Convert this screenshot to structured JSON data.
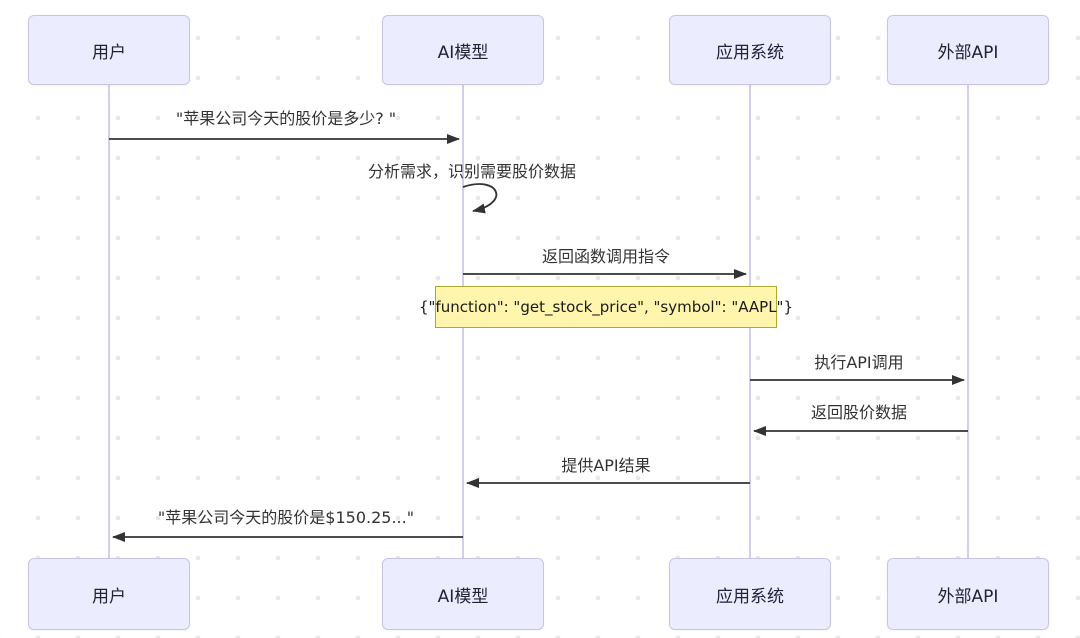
{
  "diagram": {
    "type": "sequence-diagram",
    "actors": [
      {
        "id": "user",
        "label": "用户"
      },
      {
        "id": "ai-model",
        "label": "AI模型"
      },
      {
        "id": "app-system",
        "label": "应用系统"
      },
      {
        "id": "external-api",
        "label": "外部API"
      }
    ],
    "messages": [
      {
        "from": "用户",
        "to": "AI模型",
        "text": "\"苹果公司今天的股价是多少? \"",
        "line": "solid",
        "direction": "right"
      },
      {
        "from": "AI模型",
        "to": "AI模型",
        "text": "分析需求，识别需要股价数据",
        "line": "self-loop",
        "direction": "self"
      },
      {
        "from": "AI模型",
        "to": "应用系统",
        "text": "返回函数调用指令",
        "line": "solid",
        "direction": "right"
      },
      {
        "from": "应用系统",
        "to": "外部API",
        "text": "执行API调用",
        "line": "solid",
        "direction": "right"
      },
      {
        "from": "外部API",
        "to": "应用系统",
        "text": "返回股价数据",
        "line": "solid",
        "direction": "left"
      },
      {
        "from": "应用系统",
        "to": "AI模型",
        "text": "提供API结果",
        "line": "solid",
        "direction": "left"
      },
      {
        "from": "AI模型",
        "to": "用户",
        "text": "\"苹果公司今天的股价是$150.25...\"",
        "line": "solid",
        "direction": "left"
      }
    ],
    "note": {
      "over": "AI模型,应用系统",
      "text": "{\"function\": \"get_stock_price\", \"symbol\": \"AAPL\"}"
    },
    "colors": {
      "actor_fill": "#ececff",
      "actor_border": "#c9c4e4",
      "lifeline": "#d6ccee",
      "arrow": "#333333",
      "text": "#333333",
      "note_fill": "#fff5ad",
      "note_border": "#aaaa33",
      "background": "#ffffff",
      "background_dot": "#e7e7e7"
    }
  }
}
